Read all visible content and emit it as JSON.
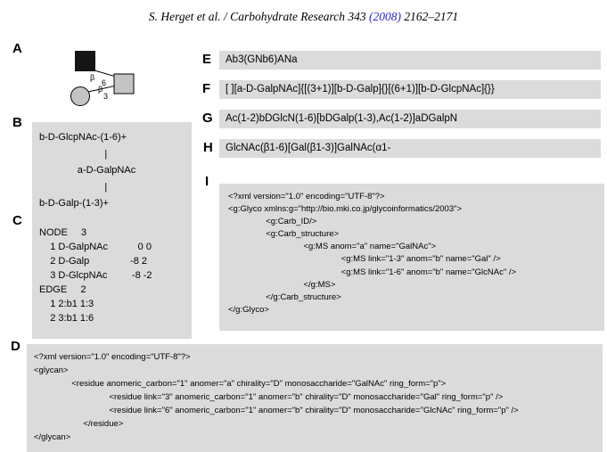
{
  "header": {
    "before_year": "S. Herget et al. / Carbohydrate Research 343 ",
    "year": "(2008)",
    "pages": " 2162–2171"
  },
  "colors": {
    "box_background": "#dbdbdb",
    "link_blue": "#2626cc",
    "filled_shape_black": "#151515",
    "open_shape_gray": "#c4c4c4"
  },
  "panels": {
    "a": {
      "label": "A",
      "diagram": {
        "nodes": [
          "black-square",
          "gray-square",
          "gray-circle"
        ],
        "top_anomer": "β",
        "top_position": "6",
        "bottom_anomer": "β",
        "bottom_position": "3"
      }
    },
    "b": {
      "label": "B",
      "lines": [
        "b-D-GlcpNAc-(1-6)+",
        "                        |",
        "              a-D-GalpNAc",
        "                        |",
        "b-D-Galp-(1-3)+"
      ]
    },
    "c": {
      "label": "C",
      "lines": [
        "NODE     3",
        "    1 D-GalpNAc           0 0",
        "    2 D-Galp               -8 2",
        "    3 D-GlcpNAc         -8 -2",
        "EDGE     2",
        "    1 2:b1 1:3",
        "    2 3:b1 1:6"
      ]
    },
    "d": {
      "label": "D",
      "lines": [
        "<?xml version=\"1.0\" encoding=\"UTF-8\"?>",
        "<glycan>",
        "                <residue anomeric_carbon=\"1\" anomer=\"a\" chirality=\"D\" monosaccharide=\"GalNAc\" ring_form=\"p\">",
        "                                <residue link=\"3\" anomeric_carbon=\"1\" anomer=\"b\" chirality=\"D\" monosaccharide=\"Gal\" ring_form=\"p\" />",
        "                                <residue link=\"6\" anomeric_carbon=\"1\" anomer=\"b\" chirality=\"D\" monosaccharide=\"GlcNAc\" ring_form=\"p\" />",
        "                     </residue>",
        "</glycan>"
      ]
    },
    "e": {
      "label": "E",
      "text": "Ab3(GNb6)ANa"
    },
    "f": {
      "label": "F",
      "text": "[ ][a-D-GalpNAc]{[(3+1)][b-D-Galp]{}[(6+1)][b-D-GlcpNAc]{}}"
    },
    "g": {
      "label": "G",
      "text": "Ac(1-2)bDGlcN(1-6)[bDGalp(1-3),Ac(1-2)]aDGalpN"
    },
    "h": {
      "label": "H",
      "text": "GlcNAc(β1-6)[Gal(β1-3)]GalNAc(α1-"
    },
    "i": {
      "label": "I",
      "lines": [
        "<?xml version=\"1.0\" encoding=\"UTF-8\"?>",
        "<g:Glyco xmlns:g=\"http://bio.mki.co.jp/glycoinformatics/2003\">",
        "                <g:Carb_ID/>",
        "                <g:Carb_structure>",
        "                                <g:MS anom=\"a\" name=\"GalNAc\">",
        "                                                <g:MS link=\"1-3\" anom=\"b\" name=\"Gal\" />",
        "                                                <g:MS link=\"1-6\" anom=\"b\" name=\"GlcNAc\" />",
        "                                </g:MS>",
        "                </g:Carb_structure>",
        "</g:Glyco>"
      ]
    }
  }
}
